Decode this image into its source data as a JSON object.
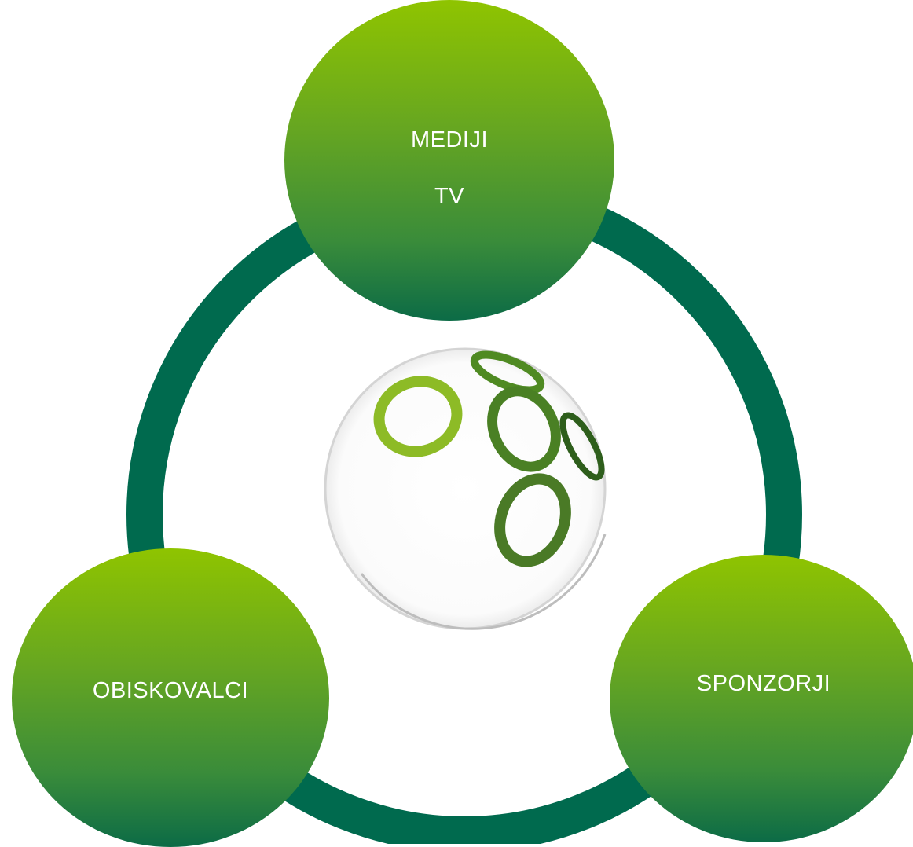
{
  "diagram": {
    "colors": {
      "ring": "#006a4e",
      "node_top": "#8fc400",
      "node_bottom": "#0c6b46",
      "text": "#ffffff",
      "logo_light": "#8dbb26",
      "logo_mid": "#4f8a22",
      "logo_dark": "#2e5e1c"
    },
    "center": {
      "icon": "circles-logo-icon"
    },
    "nodes": {
      "top": {
        "line1": "MEDIJI",
        "line2": "TV"
      },
      "left": {
        "label": "OBISKOVALCI"
      },
      "right": {
        "label": "SPONZORJI"
      }
    }
  }
}
